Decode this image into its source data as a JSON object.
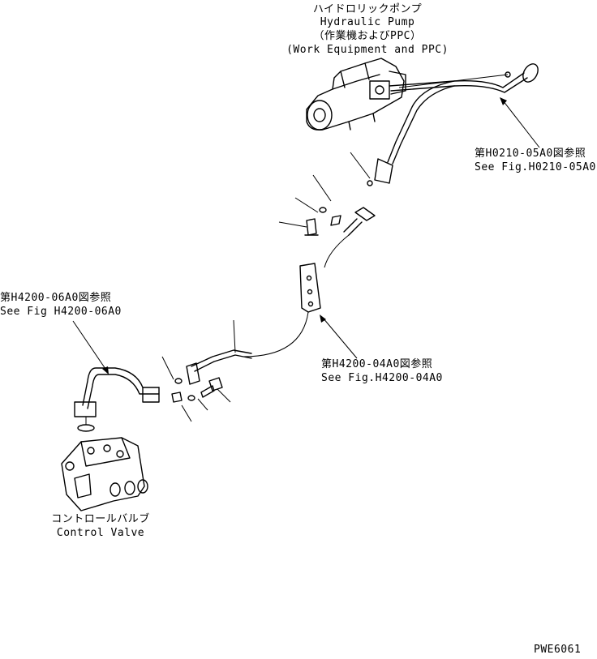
{
  "pump": {
    "jp": "ハイドロリックポンプ",
    "en": "Hydraulic Pump",
    "sub_jp": "（作業機およびPPC）",
    "sub_en": "(Work Equipment and PPC)"
  },
  "refs": {
    "h0210_jp": "第H0210-05A0図参照",
    "h0210_en": "See Fig.H0210-05A0",
    "h4200_06_jp": "第H4200-06A0図参照",
    "h4200_06_en": "See Fig H4200-06A0",
    "h4200_04_jp": "第H4200-04A0図参照",
    "h4200_04_en": "See Fig.H4200-04A0"
  },
  "valve": {
    "jp": "コントロールバルブ",
    "en": "Control Valve"
  },
  "drawing_code": "PWE6061"
}
